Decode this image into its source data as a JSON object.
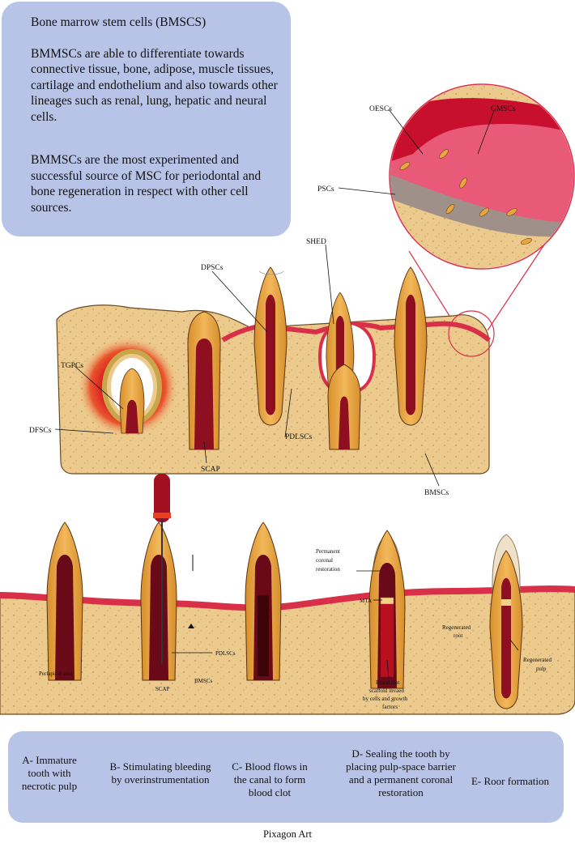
{
  "info_box": {
    "title": "Bone marrow stem cells (BMSCS)",
    "para1": "BMMSCs are able to differentiate towards connective tissue, bone, adipose, muscle tissues, cartilage and endothelium and also towards other lineages such as renal, lung, hepatic and neural cells.",
    "para2": "BMMSCs are the most experimented and successful source of MSC for periodontal and bone regeneration in respect with other cell sources."
  },
  "top_labels": {
    "oescs": "OESCs",
    "gmscs": "GMSCs",
    "pscs": "PSCs",
    "shed": "SHED",
    "dpscs": "DPSCs",
    "tgpcs": "TGPCs",
    "dfscs": "DFSCs",
    "pdlscs": "PDLSCs",
    "scap": "SCAP",
    "bmscs": "BMSCs"
  },
  "bottom_labels": {
    "periapical": "Periapical area",
    "scap": "SCAP",
    "bmscs": "BMSCs",
    "pdlscs": "PDLSCs",
    "permanent_1": "Permanent",
    "permanent_2": "coronal",
    "permanent_3": "restoration",
    "mta": "MTA",
    "regen_root_1": "Regenerated",
    "regen_root_2": "root",
    "regen_pulp_1": "Regenerated",
    "regen_pulp_2": "pulp",
    "clot_1": "Blood clot",
    "clot_2": "scaffold invaed",
    "clot_3": "by cells and growth",
    "clot_4": "factors"
  },
  "stages": {
    "a": "A- Immature tooth with necrotic pulp",
    "b": "B- Stimulating bleeding by overinstrumentation",
    "c": "C- Blood flows in the canal to form blood clot",
    "d": "D- Sealing the tooth by placing pulp-space barrier and a permanent coronal restoration",
    "e": "E- Roor formation"
  },
  "credit": "Pixagon Art",
  "colors": {
    "box": "#b7c4e8",
    "bone": "#ecc98c",
    "gum": "#d9304a",
    "pulp": "#8e1020",
    "dentin": "#e8a640"
  }
}
